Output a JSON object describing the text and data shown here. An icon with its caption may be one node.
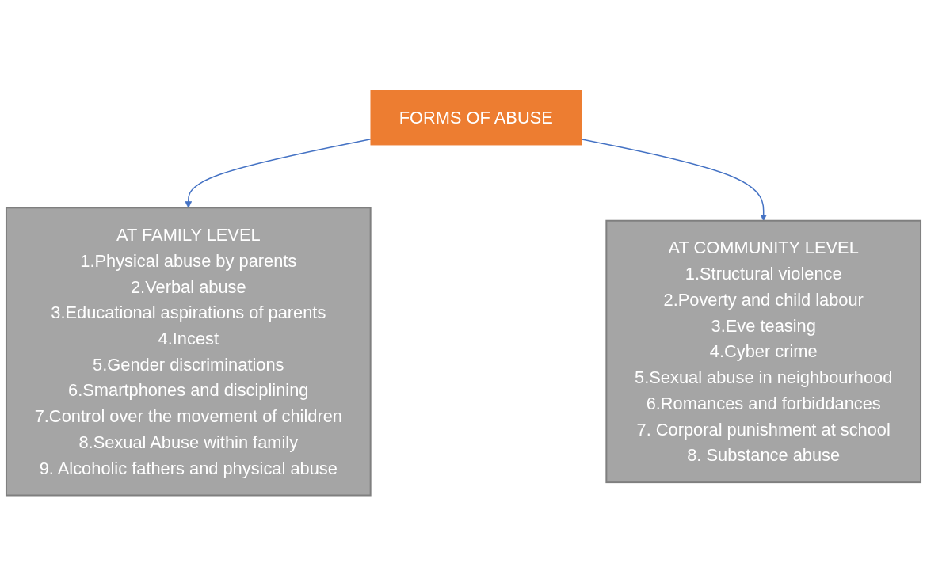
{
  "diagram": {
    "nodes": [
      {
        "text": [
          "FORMS OF ABUSE"
        ]
      },
      {
        "text": [
          "AT FAMILY LEVEL",
          "1.Physical abuse by parents",
          "2.Verbal abuse",
          "3.Educational aspirations of parents",
          "4.Incest",
          "5.Gender discriminations",
          "6.Smartphones and disciplining",
          "7.Control over the movement of children",
          "8.Sexual Abuse within family",
          "9. Alcoholic fathers and physical abuse"
        ]
      },
      {
        "text": [
          "AT COMMUNITY LEVEL",
          "1.Structural violence",
          "2.Poverty and child labour",
          "3.Eve teasing",
          "4.Cyber crime",
          "5.Sexual abuse in neighbourhood",
          "6.Romances and forbiddances",
          "7. Corporal punishment at school",
          "8. Substance abuse"
        ]
      }
    ],
    "edges": [
      {
        "from": 0,
        "to": 1,
        "arrow": "to"
      },
      {
        "from": 0,
        "to": 2,
        "arrow": "to"
      }
    ]
  }
}
